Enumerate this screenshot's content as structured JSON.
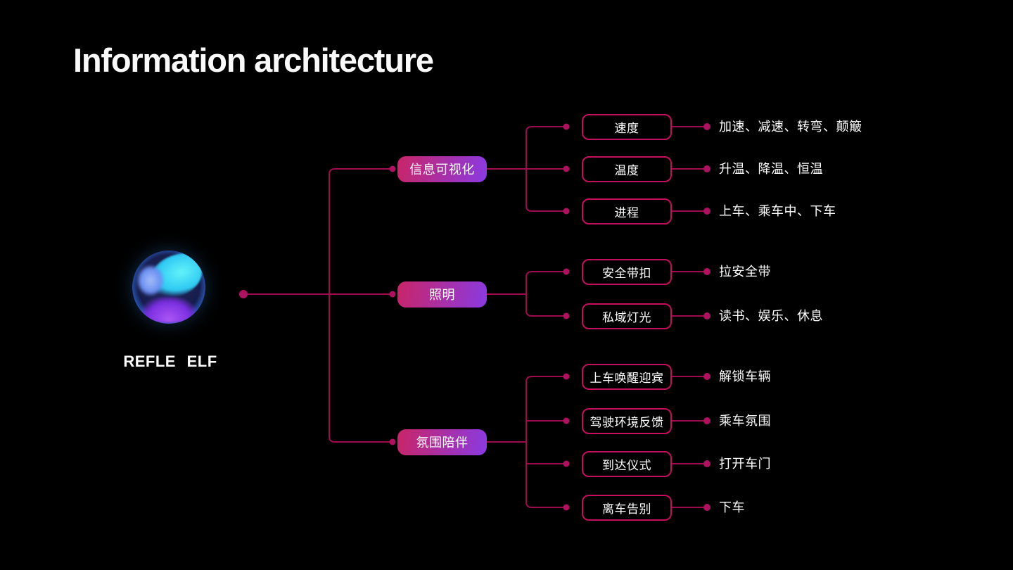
{
  "title": "Information architecture",
  "root": {
    "label": "REFLE ELF",
    "icon": "glossy-sphere-logo"
  },
  "colors": {
    "background": "#000000",
    "line": "#9c0c4f",
    "dot": "#ad1160",
    "box_border": "#c30f5e",
    "pill_gradient_start": "#c92567",
    "pill_gradient_end": "#8a3ae2",
    "text": "#ffffff"
  },
  "tree": {
    "branches": [
      {
        "label": "信息可视化",
        "children": [
          {
            "label": "速度",
            "leaf": "加速、减速、转弯、颠簸"
          },
          {
            "label": "温度",
            "leaf": "升温、降温、恒温"
          },
          {
            "label": "进程",
            "leaf": "上车、乘车中、下车"
          }
        ]
      },
      {
        "label": "照明",
        "children": [
          {
            "label": "安全带扣",
            "leaf": "拉安全带"
          },
          {
            "label": "私域灯光",
            "leaf": "读书、娱乐、休息"
          }
        ]
      },
      {
        "label": "氛围陪伴",
        "children": [
          {
            "label": "上车唤醒迎宾",
            "leaf": "解锁车辆"
          },
          {
            "label": "驾驶环境反馈",
            "leaf": "乘车氛围"
          },
          {
            "label": "到达仪式",
            "leaf": "打开车门"
          },
          {
            "label": "离车告别",
            "leaf": "下车"
          }
        ]
      }
    ]
  }
}
